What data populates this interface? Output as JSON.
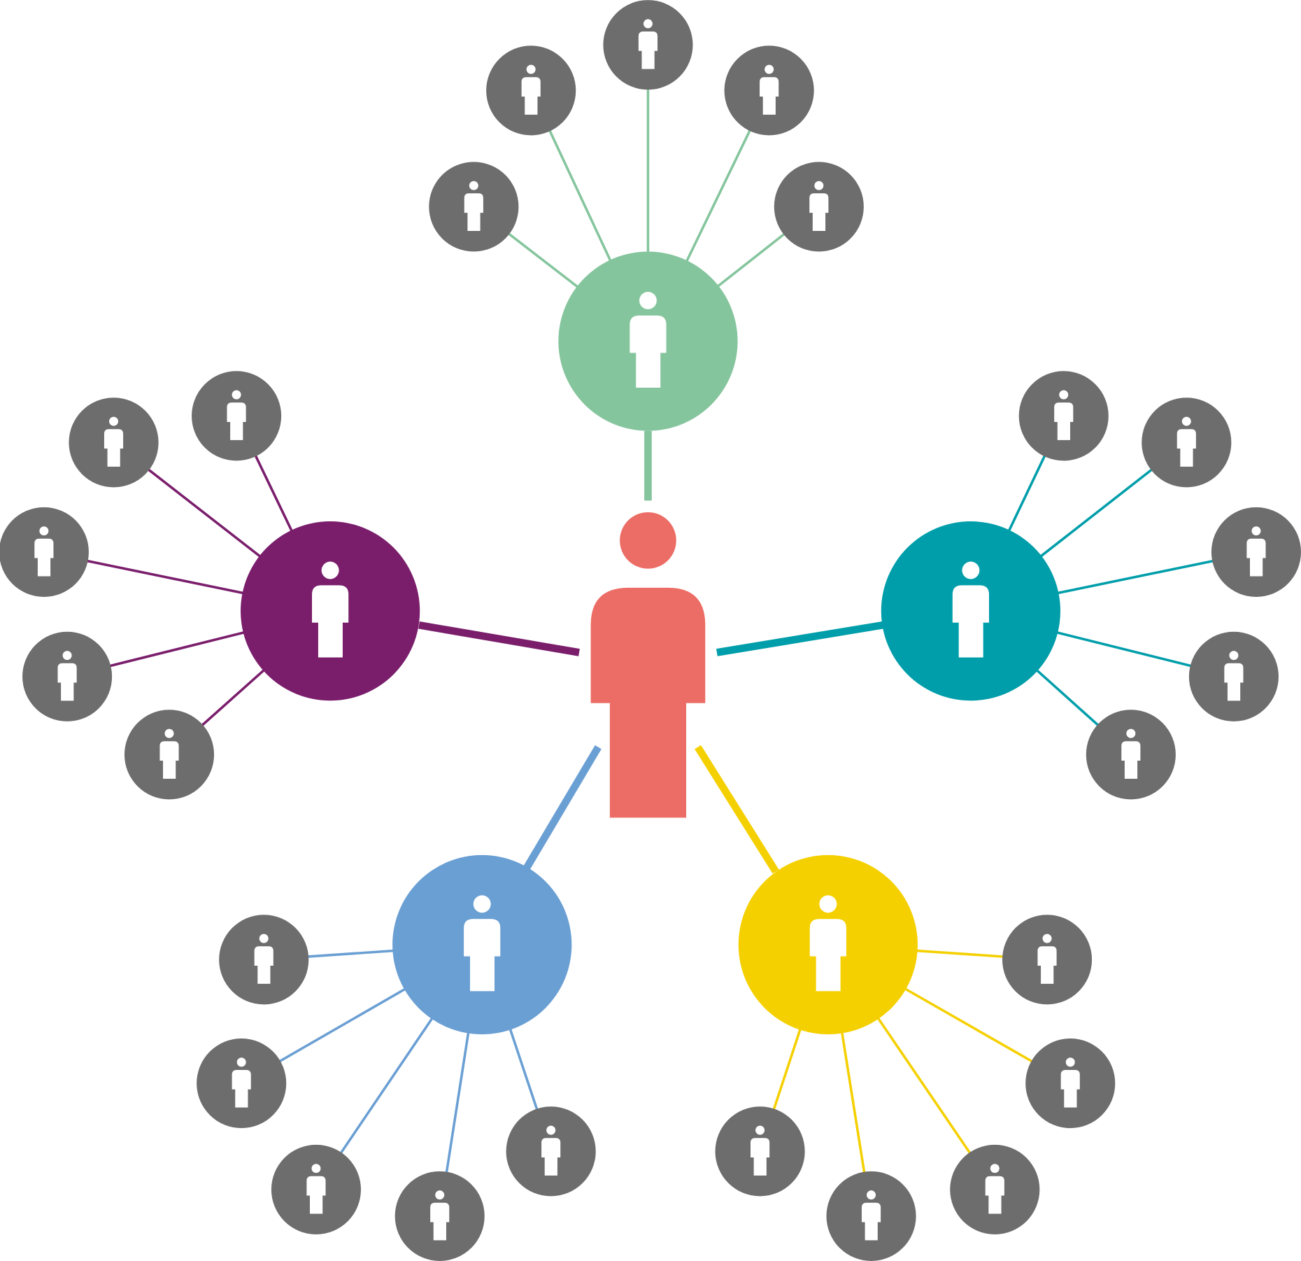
{
  "diagram": {
    "center": {
      "color": "#EC6D65",
      "icon": "person-icon"
    },
    "satellite_color": "#6D6D6D",
    "icon_color": "#FFFFFF",
    "groups": [
      {
        "name": "top",
        "color": "#85C59D",
        "satellites": 5
      },
      {
        "name": "left",
        "color": "#7A1E6C",
        "satellites": 5
      },
      {
        "name": "right",
        "color": "#009EAA",
        "satellites": 5
      },
      {
        "name": "bottom-left",
        "color": "#6A9FD3",
        "satellites": 5
      },
      {
        "name": "bottom-right",
        "color": "#F5D000",
        "satellites": 5
      }
    ]
  }
}
